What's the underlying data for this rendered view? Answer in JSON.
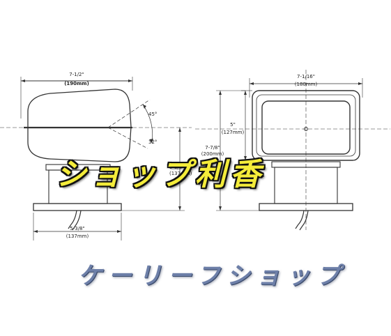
{
  "side_view": {
    "width_label": "7-1/2\"",
    "width_metric": "(190mm)",
    "tilt_up": "45°",
    "tilt_down": "32°",
    "height_label": "5-3/8\"",
    "height_metric": "(137mm)",
    "base_label": "5-3/8\"",
    "base_metric": "(137mm)"
  },
  "front_view": {
    "width_label": "7-1/16\"",
    "width_metric": "(180mm)",
    "lamp_label": "5\"",
    "lamp_metric": "(127mm)",
    "total_label": "7-7/8\"",
    "total_metric": "(200mm)"
  },
  "watermark": {
    "main": "ショップ利香",
    "sub": "ケーリーフショップ"
  },
  "colors": {
    "line": "#333333",
    "banner_fill": "#f4ec3a",
    "sub_fill": "#6d7fa8"
  }
}
